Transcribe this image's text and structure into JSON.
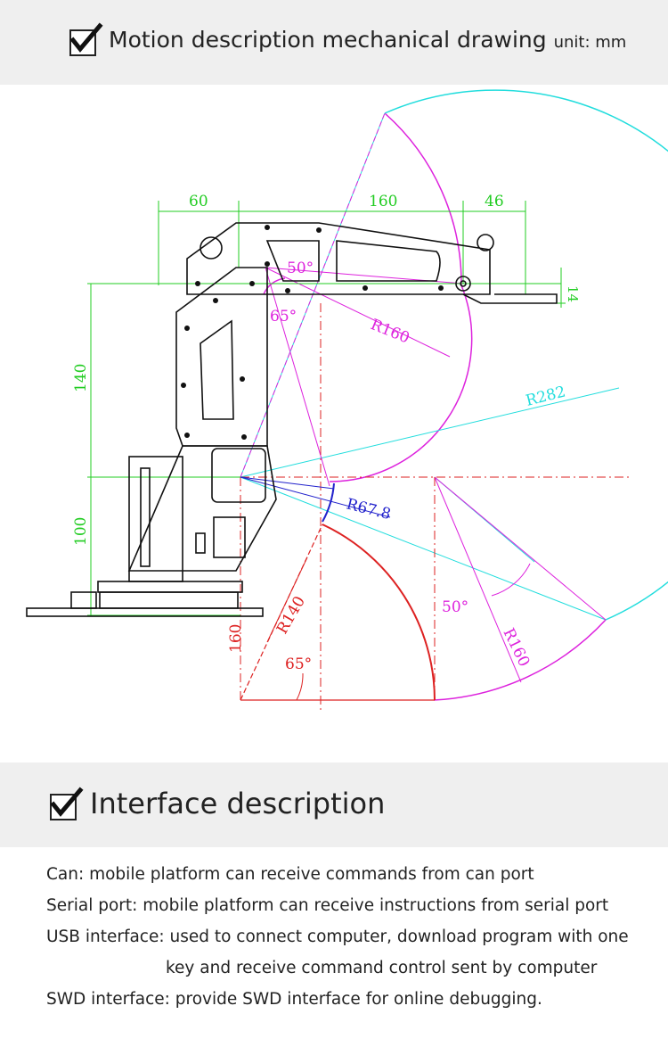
{
  "section1": {
    "title": "Motion description mechanical drawing",
    "unit": "unit: mm"
  },
  "section2": {
    "title": "Interface description"
  },
  "drawing": {
    "dim_top_left": "60",
    "dim_top_mid": "160",
    "dim_top_right": "46",
    "dim_right_small": "14",
    "dim_left_upper": "140",
    "dim_left_lower": "100",
    "dim_lower_vert": "160",
    "angle_50_top": "50°",
    "angle_65_top": "65°",
    "angle_65_bottom": "65°",
    "angle_50_bottom": "50°",
    "radius_160_upper": "R160",
    "radius_282": "R282",
    "radius_67_8": "R67.8",
    "radius_140": "R140",
    "radius_160_lower": "R160",
    "colors": {
      "green": "#22cc22",
      "magenta": "#dd22dd",
      "cyan": "#22dddd",
      "red": "#dd2222",
      "blue": "#2222cc",
      "arm": "#111111"
    }
  },
  "interfaces": {
    "can": "Can: mobile platform can receive commands from can port",
    "serial": "Serial port: mobile platform can receive instructions from serial port",
    "usb_line1": "USB interface: used to connect computer, download program with one",
    "usb_line2": "key and receive command control sent by computer",
    "swd": "SWD interface: provide SWD interface for online debugging."
  }
}
